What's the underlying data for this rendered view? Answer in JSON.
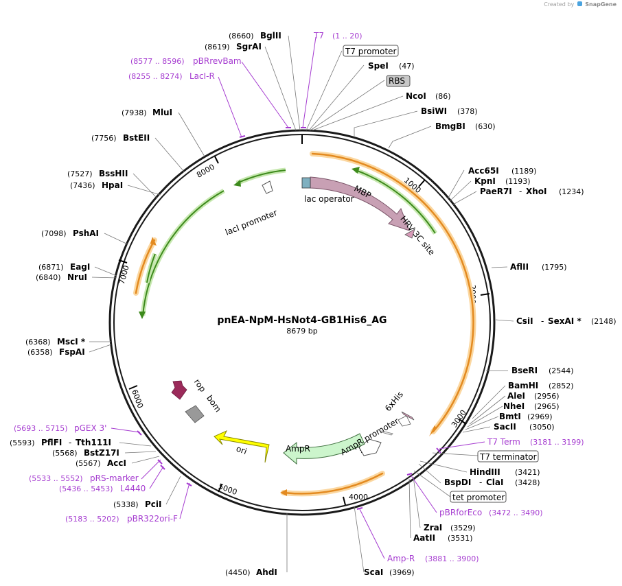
{
  "credit": {
    "prefix": "Created by",
    "brand": "SnapGene"
  },
  "plasmid": {
    "name": "pnEA-NpM-HsNot4-GB1His6_AG",
    "length": "8679 bp"
  },
  "ticks": [
    "1000",
    "2000",
    "3000",
    "4000",
    "5000",
    "6000",
    "7000",
    "8000"
  ],
  "features": [
    {
      "name": "lac operator"
    },
    {
      "name": "MBP"
    },
    {
      "name": "HRV 3C site"
    },
    {
      "name": "lacI promoter"
    },
    {
      "name": "6xHis"
    },
    {
      "name": "AmpR promoter"
    },
    {
      "name": "AmpR"
    },
    {
      "name": "ori"
    },
    {
      "name": "rop"
    },
    {
      "name": "bom"
    }
  ],
  "right_labels": [
    {
      "kind": "box",
      "name": "T7 promoter"
    },
    {
      "kind": "site",
      "name": "SpeI",
      "pos": "(47)"
    },
    {
      "kind": "box-gray",
      "name": "RBS"
    },
    {
      "kind": "site",
      "name": "NcoI",
      "pos": "(86)"
    },
    {
      "kind": "site",
      "name": "BsiWI",
      "pos": "(378)"
    },
    {
      "kind": "site",
      "name": "BmgBI",
      "pos": "(630)"
    },
    {
      "kind": "site",
      "name": "Acc65I",
      "pos": "(1189)"
    },
    {
      "kind": "site",
      "name": "KpnI",
      "pos": "(1193)"
    },
    {
      "kind": "site2",
      "name": "PaeR7I",
      "name2": "XhoI",
      "pos": "(1234)"
    },
    {
      "kind": "site",
      "name": "AflII",
      "pos": "(1795)"
    },
    {
      "kind": "site2",
      "name": "CsiI",
      "name2": "SexAI *",
      "pos": "(2148)"
    },
    {
      "kind": "site",
      "name": "BseRI",
      "pos": "(2544)"
    },
    {
      "kind": "site",
      "name": "BamHI",
      "pos": "(2852)"
    },
    {
      "kind": "site",
      "name": "AleI",
      "pos": "(2956)"
    },
    {
      "kind": "site",
      "name": "NheI",
      "pos": "(2965)"
    },
    {
      "kind": "site",
      "name": "BmtI",
      "pos": "(2969)"
    },
    {
      "kind": "site",
      "name": "SacII",
      "pos": "(3050)"
    },
    {
      "kind": "primer",
      "name": "T7 Term",
      "pos": "(3181 .. 3199)"
    },
    {
      "kind": "box",
      "name": "T7 terminator"
    },
    {
      "kind": "site",
      "name": "HindIII",
      "pos": "(3421)"
    },
    {
      "kind": "site2",
      "name": "BspDI",
      "name2": "ClaI",
      "pos": "(3428)"
    },
    {
      "kind": "box",
      "name": "tet promoter"
    },
    {
      "kind": "primer",
      "name": "pBRforEco",
      "pos": "(3472 .. 3490)"
    },
    {
      "kind": "site",
      "name": "ZraI",
      "pos": "(3529)"
    },
    {
      "kind": "site",
      "name": "AatII",
      "pos": "(3531)"
    },
    {
      "kind": "primer",
      "name": "Amp-R",
      "pos": "(3881 .. 3900)"
    },
    {
      "kind": "site",
      "name": "ScaI",
      "pos": "(3969)"
    }
  ],
  "left_labels": [
    {
      "kind": "site",
      "name": "BglII",
      "pos": "(8660)"
    },
    {
      "kind": "primer",
      "name": "T7",
      "pos": "(1 .. 20)"
    },
    {
      "kind": "site",
      "name": "SgrAI",
      "pos": "(8619)"
    },
    {
      "kind": "primer",
      "name": "pBRrevBam",
      "pos": "(8577 .. 8596)"
    },
    {
      "kind": "primer",
      "name": "LacI-R",
      "pos": "(8255 .. 8274)"
    },
    {
      "kind": "site",
      "name": "MluI",
      "pos": "(7938)"
    },
    {
      "kind": "site",
      "name": "BstEII",
      "pos": "(7756)"
    },
    {
      "kind": "site",
      "name": "BssHII",
      "pos": "(7527)"
    },
    {
      "kind": "site",
      "name": "HpaI",
      "pos": "(7436)"
    },
    {
      "kind": "site",
      "name": "PshAI",
      "pos": "(7098)"
    },
    {
      "kind": "site",
      "name": "EagI",
      "pos": "(6871)"
    },
    {
      "kind": "site",
      "name": "NruI",
      "pos": "(6840)"
    },
    {
      "kind": "site",
      "name": "MscI *",
      "pos": "(6368)"
    },
    {
      "kind": "site",
      "name": "FspAI",
      "pos": "(6358)"
    },
    {
      "kind": "primer",
      "name": "pGEX 3'",
      "pos": "(5693 .. 5715)"
    },
    {
      "kind": "site2",
      "name": "PflFI",
      "name2": "Tth111I",
      "pos": "(5593)"
    },
    {
      "kind": "site",
      "name": "BstZ17I",
      "pos": "(5568)"
    },
    {
      "kind": "site",
      "name": "AccI",
      "pos": "(5567)"
    },
    {
      "kind": "primer",
      "name": "pRS-marker",
      "pos": "(5533 .. 5552)"
    },
    {
      "kind": "primer",
      "name": "L4440",
      "pos": "(5436 .. 5453)"
    },
    {
      "kind": "site",
      "name": "PciI",
      "pos": "(5338)"
    },
    {
      "kind": "primer",
      "name": "pBR322ori-F",
      "pos": "(5183 .. 5202)"
    },
    {
      "kind": "site",
      "name": "AhdI",
      "pos": "(4450)"
    }
  ],
  "colors": {
    "backbone": "#1a1a1a",
    "mbp": "#c8a0b4",
    "orange_orf": "#f0a030",
    "green_orf": "#7cbf3c",
    "ampr": "#ccf5cc",
    "ori": "#ffff00",
    "rop": "#9b2a5a",
    "bom": "#999999",
    "primer": "#a53bd0"
  }
}
